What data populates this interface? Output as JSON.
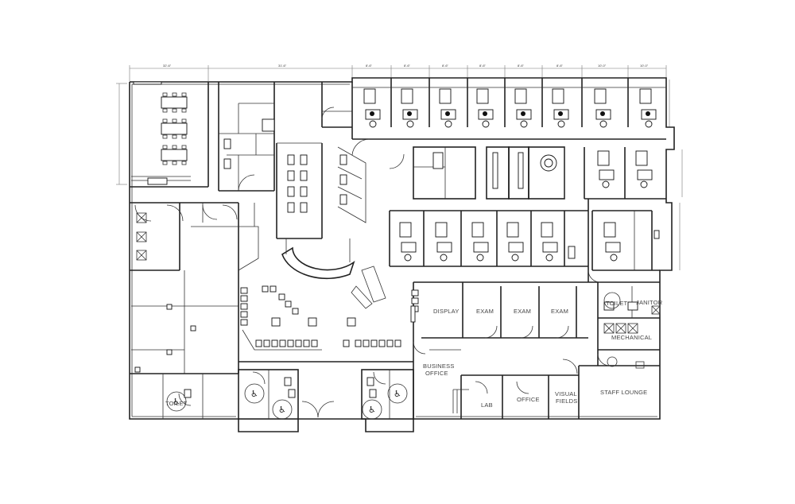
{
  "rooms": [
    {
      "id": "display",
      "lines": [
        "DISPLAY"
      ]
    },
    {
      "id": "exam-1",
      "lines": [
        "EXAM"
      ]
    },
    {
      "id": "exam-2",
      "lines": [
        "EXAM"
      ]
    },
    {
      "id": "exam-3",
      "lines": [
        "EXAM"
      ]
    },
    {
      "id": "toilet-east",
      "lines": [
        "TOILET"
      ]
    },
    {
      "id": "janitor",
      "lines": [
        "JANITOR"
      ]
    },
    {
      "id": "mechanical",
      "lines": [
        "MECHANICAL"
      ]
    },
    {
      "id": "business",
      "lines": [
        "BUSINESS",
        "OFFICE"
      ]
    },
    {
      "id": "lab",
      "lines": [
        "LAB"
      ]
    },
    {
      "id": "office",
      "lines": [
        "OFFICE"
      ]
    },
    {
      "id": "visual-fields",
      "lines": [
        "VISUAL",
        "FIELDS"
      ]
    },
    {
      "id": "staff-lounge",
      "lines": [
        "STAFF LOUNGE"
      ]
    },
    {
      "id": "toilet-west",
      "lines": [
        "TOILET"
      ]
    }
  ]
}
